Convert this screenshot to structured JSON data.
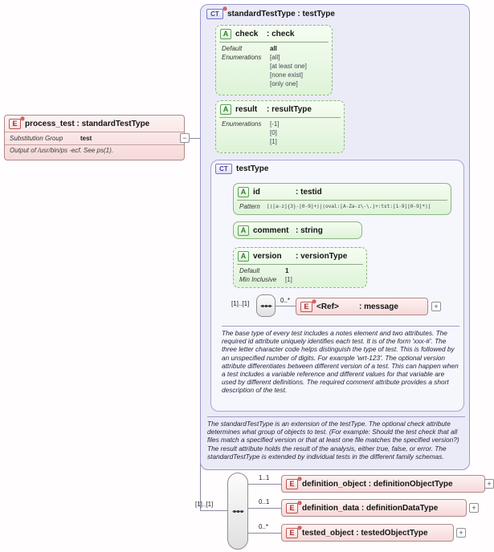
{
  "icons": {
    "element_letter": "E",
    "attribute_letter": "A",
    "complextype_letters": "CT",
    "plus_badge": "⊕"
  },
  "controls": {
    "expand": "+",
    "collapse": "−"
  },
  "process_test": {
    "title": "process_test : standardTestType",
    "substitution_group_label": "Substitution Group",
    "substitution_group_value": "test",
    "annotation": "Output of /usr/bin/ps -ecf. See ps(1)."
  },
  "standard_test_type": {
    "title": "standardTestType : testType",
    "attributes": {
      "check": {
        "name": "check",
        "type": ": check",
        "default_label": "Default",
        "default_value": "all",
        "enumerations_label": "Enumerations",
        "enumerations": [
          "[all]",
          "[at least one]",
          "[none exist]",
          "[only one]"
        ]
      },
      "result": {
        "name": "result",
        "type": ": resultType",
        "enumerations_label": "Enumerations",
        "enumerations": [
          "[-1]",
          "[0]",
          "[1]"
        ]
      }
    },
    "annotation": "The standardTestType is an extension of the testType. The optional check attribute determines what group of objects to test. (For example: Should the test check that all files match a specified version or that at least one file matches the specified version?) The result attribute holds the result of the analysis, either true, false, or error. The standardTestType is extended by individual tests in the different family schemas."
  },
  "test_type": {
    "title": "testType",
    "attributes": {
      "id": {
        "name": "id",
        "type": ": testid",
        "pattern_label": "Pattern",
        "pattern_value": "[([a-z]{3}-[0-9]+)|(oval:[A-Za-z\\-\\.]+:tst:[1-9][0-9]*)]"
      },
      "comment": {
        "name": "comment",
        "type": ": string"
      },
      "version": {
        "name": "version",
        "type": ": versionType",
        "default_label": "Default",
        "default_value": "1",
        "min_inclusive_label": "Min Inclusive",
        "min_inclusive_value": "[1]"
      }
    },
    "sequence_cardinality": "[1]..[1]",
    "ref_element": {
      "cardinality": "0..*",
      "name": "<Ref>",
      "type": ": message"
    },
    "annotation": "The base type of every test includes a notes element and two attributes. The required id attribute uniquely identifies each test. It is of the form 'xxx-#'. The three letter character code helps distinguish the type of test. This is followed by an unspecified number of digits. For example 'wrt-123'. The optional version attribute differentiates between different version of a test. This can happen when a test includes a variable reference and different values for that variable are used by different definitions. The required comment attribute provides a short description of the test."
  },
  "content_model": {
    "sequence_cardinality": "[1]..[1]",
    "children": [
      {
        "cardinality": "1..1",
        "title": "definition_object : definitionObjectType"
      },
      {
        "cardinality": "0..1",
        "title": "definition_data : definitionDataType"
      },
      {
        "cardinality": "0..*",
        "title": "tested_object : testedObjectType"
      }
    ]
  }
}
